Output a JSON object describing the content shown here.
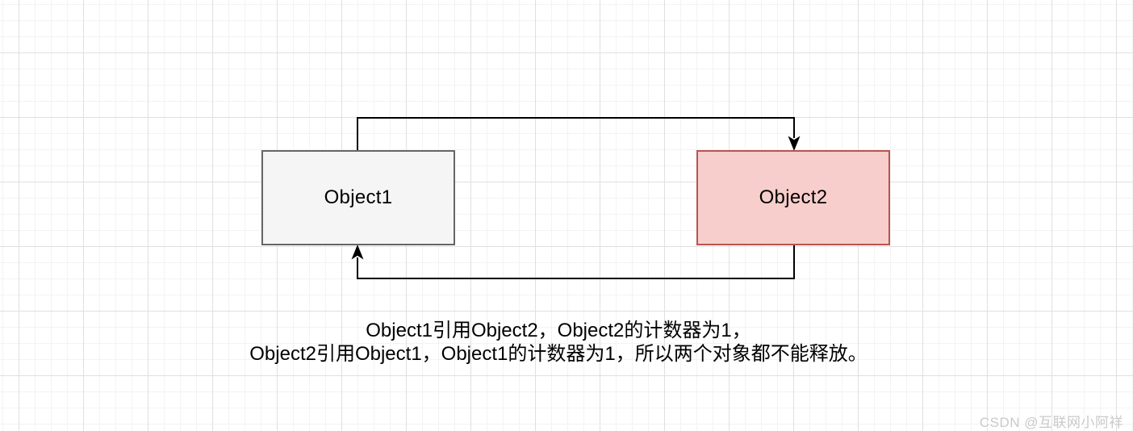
{
  "diagram": {
    "nodes": [
      {
        "id": "object1",
        "label": "Object1",
        "fill": "#f5f5f5",
        "stroke": "#666666",
        "text_color": "#000000"
      },
      {
        "id": "object2",
        "label": "Object2",
        "fill": "#f8cecc",
        "stroke": "#b85450",
        "text_color": "#000000"
      }
    ],
    "edges": [
      {
        "id": "edge-object1-to-object2",
        "from": "Object1",
        "to": "Object2",
        "color": "#000000"
      },
      {
        "id": "edge-object2-to-object1",
        "from": "Object2",
        "to": "Object1",
        "color": "#000000"
      }
    ],
    "caption": {
      "line1": "Object1引用Object2，Object2的计数器为1，",
      "line2": "Object2引用Object1，Object1的计数器为1，所以两个对象都不能释放。"
    }
  },
  "watermark": {
    "text": "CSDN @互联网小阿祥",
    "color": "#c9c9c9"
  }
}
